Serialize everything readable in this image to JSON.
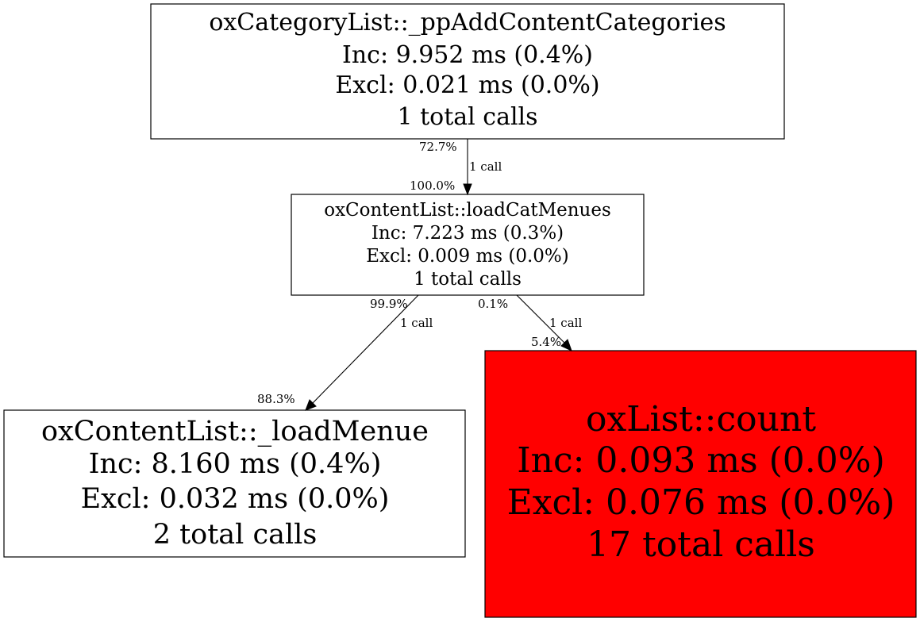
{
  "graph": {
    "nodes": {
      "add_content_categories": {
        "title": "oxCategoryList::_ppAddContentCategories",
        "inc": "Inc: 9.952 ms (0.4%)",
        "excl": "Excl: 0.021 ms (0.0%)",
        "calls": "1 total calls",
        "fill": "#ffffff"
      },
      "load_cat_menues": {
        "title": "oxContentList::loadCatMenues",
        "inc": "Inc: 7.223 ms (0.3%)",
        "excl": "Excl: 0.009 ms (0.0%)",
        "calls": "1 total calls",
        "fill": "#ffffff"
      },
      "load_menue": {
        "title": "oxContentList::_loadMenue",
        "inc": "Inc: 8.160 ms (0.4%)",
        "excl": "Excl: 0.032 ms (0.0%)",
        "calls": "2 total calls",
        "fill": "#ffffff"
      },
      "list_count": {
        "title": "oxList::count",
        "inc": "Inc: 0.093 ms (0.0%)",
        "excl": "Excl: 0.076 ms (0.0%)",
        "calls": "17 total calls",
        "fill": "#ff0000"
      }
    },
    "edges": {
      "e1": {
        "from": "add_content_categories",
        "to": "load_cat_menues",
        "tail_pct": "72.7%",
        "calls": "1 call",
        "head_pct": "100.0%"
      },
      "e2": {
        "from": "load_cat_menues",
        "to": "load_menue",
        "tail_pct": "99.9%",
        "calls": "1 call",
        "head_pct": "88.3%"
      },
      "e3": {
        "from": "load_cat_menues",
        "to": "list_count",
        "tail_pct": "0.1%",
        "calls": "1 call",
        "head_pct": "5.4%"
      }
    }
  }
}
